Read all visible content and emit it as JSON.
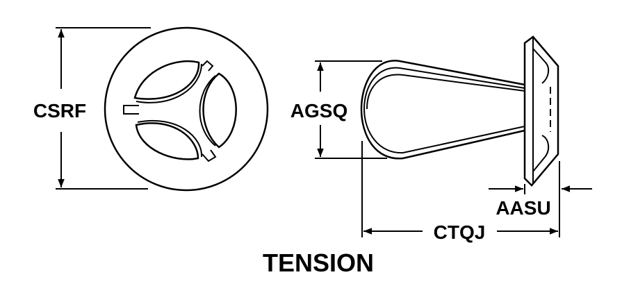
{
  "diagram": {
    "caption": "TENSION",
    "dimensions": {
      "diameter": "CSRF",
      "loop_height": "AGSQ",
      "overall_length": "CTQJ",
      "head_thickness": "AASU"
    }
  }
}
